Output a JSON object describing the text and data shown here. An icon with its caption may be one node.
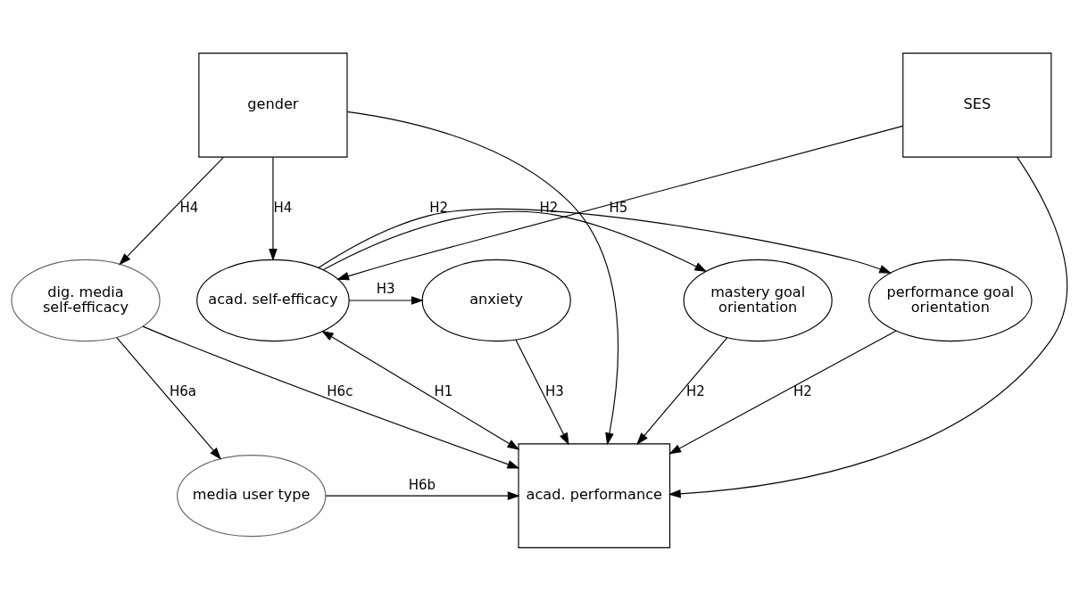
{
  "diagram": {
    "nodes": [
      {
        "text": [
          "performance goal orientation"
        ]
      },
      {
        "text": [
          "mastery goal orientation"
        ]
      },
      {
        "text": [
          "anxiety"
        ]
      },
      {
        "text": [
          "acad. self-efficacy"
        ]
      },
      {
        "text": [
          "dig. media self-efficacy"
        ]
      },
      {
        "text": [
          "acad. performance"
        ]
      },
      {
        "text": [
          "media user type"
        ]
      },
      {
        "text": [
          "gender"
        ]
      },
      {
        "text": [
          "SES"
        ]
      }
    ],
    "edges": [
      {
        "from": 3,
        "to": 0,
        "arrow": "to",
        "label": "H2"
      },
      {
        "from": 3,
        "to": 1,
        "arrow": "to",
        "label": "H2"
      },
      {
        "from": 3,
        "to": 2,
        "arrow": "to",
        "label": "H3"
      },
      {
        "from": 0,
        "to": 5,
        "arrow": "to",
        "label": "H2"
      },
      {
        "from": 1,
        "to": 5,
        "arrow": "to",
        "label": "H2"
      },
      {
        "from": 2,
        "to": 5,
        "arrow": "to",
        "label": "H3"
      },
      {
        "from": 3,
        "to": 5,
        "arrow": "both",
        "label": "H1"
      },
      {
        "from": 8,
        "to": 3,
        "arrow": "to",
        "label": "H5"
      },
      {
        "from": 4,
        "to": 5,
        "arrow": "to",
        "label": "H6c"
      },
      {
        "from": 4,
        "to": 6,
        "arrow": "to",
        "label": "H6a"
      },
      {
        "from": 6,
        "to": 5,
        "arrow": "to",
        "label": "H6b"
      },
      {
        "from": 7,
        "to": 3,
        "arrow": "to",
        "label": "H4"
      },
      {
        "from": 7,
        "to": 4,
        "arrow": "to",
        "label": "H4"
      },
      {
        "from": 7,
        "to": 5,
        "arrow": "to"
      },
      {
        "from": 8,
        "to": 5,
        "arrow": "to"
      }
    ]
  }
}
